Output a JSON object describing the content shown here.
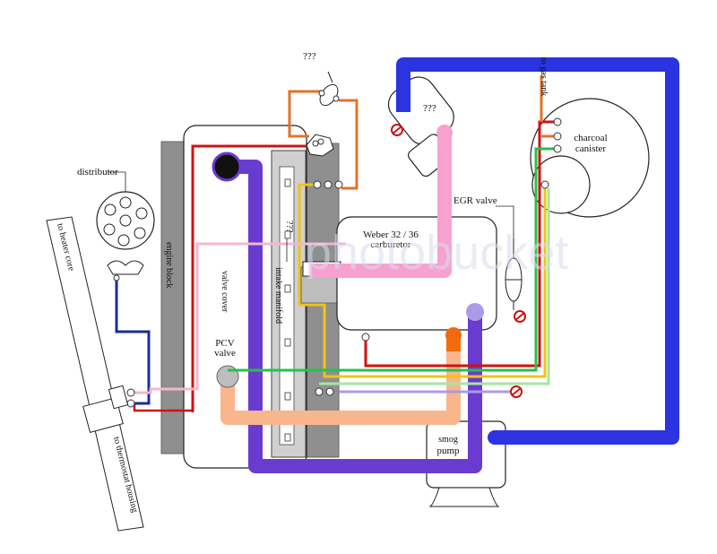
{
  "labels": {
    "to_gas_tank": "to gas tank",
    "unknown_top": "???",
    "unknown_fan": "???",
    "unknown_manifold": "???",
    "charcoal_canister_1": "charcoal",
    "charcoal_canister_2": "canister",
    "distributor": "distributor",
    "egr_valve": "EGR valve",
    "weber_1": "Weber 32 / 36",
    "weber_2": "carburetor",
    "to_heater_core": "to heater core",
    "to_thermostat_housing": "to thermostat housing",
    "engine_block": "engine block",
    "valve_cover": "valve cover",
    "intake_manifold": "intake manifold",
    "pcv_1": "PCV",
    "pcv_2": "valve",
    "smog_pump_1": "smog",
    "smog_pump_2": "pump"
  },
  "watermark": "photobucket",
  "colors": {
    "air_hose_blue": "#2b34e0",
    "air_hose_pink": "#f7a1cf",
    "air_hose_purple": "#6a3bd0",
    "air_hose_peach": "#f9b58c",
    "air_hose_orange": "#f26b0f",
    "vac_red": "#d01212",
    "vac_orange": "#e0742a",
    "vac_yellow": "#f0c414",
    "vac_green": "#23c24d",
    "vac_lightgreen": "#a6e7a0",
    "vac_navy": "#1c2c9a",
    "vac_pink": "#f4b5cf",
    "vac_lavender": "#a99be8",
    "engine_gray": "#8f8f8f",
    "plug_red": "#cc1111"
  }
}
